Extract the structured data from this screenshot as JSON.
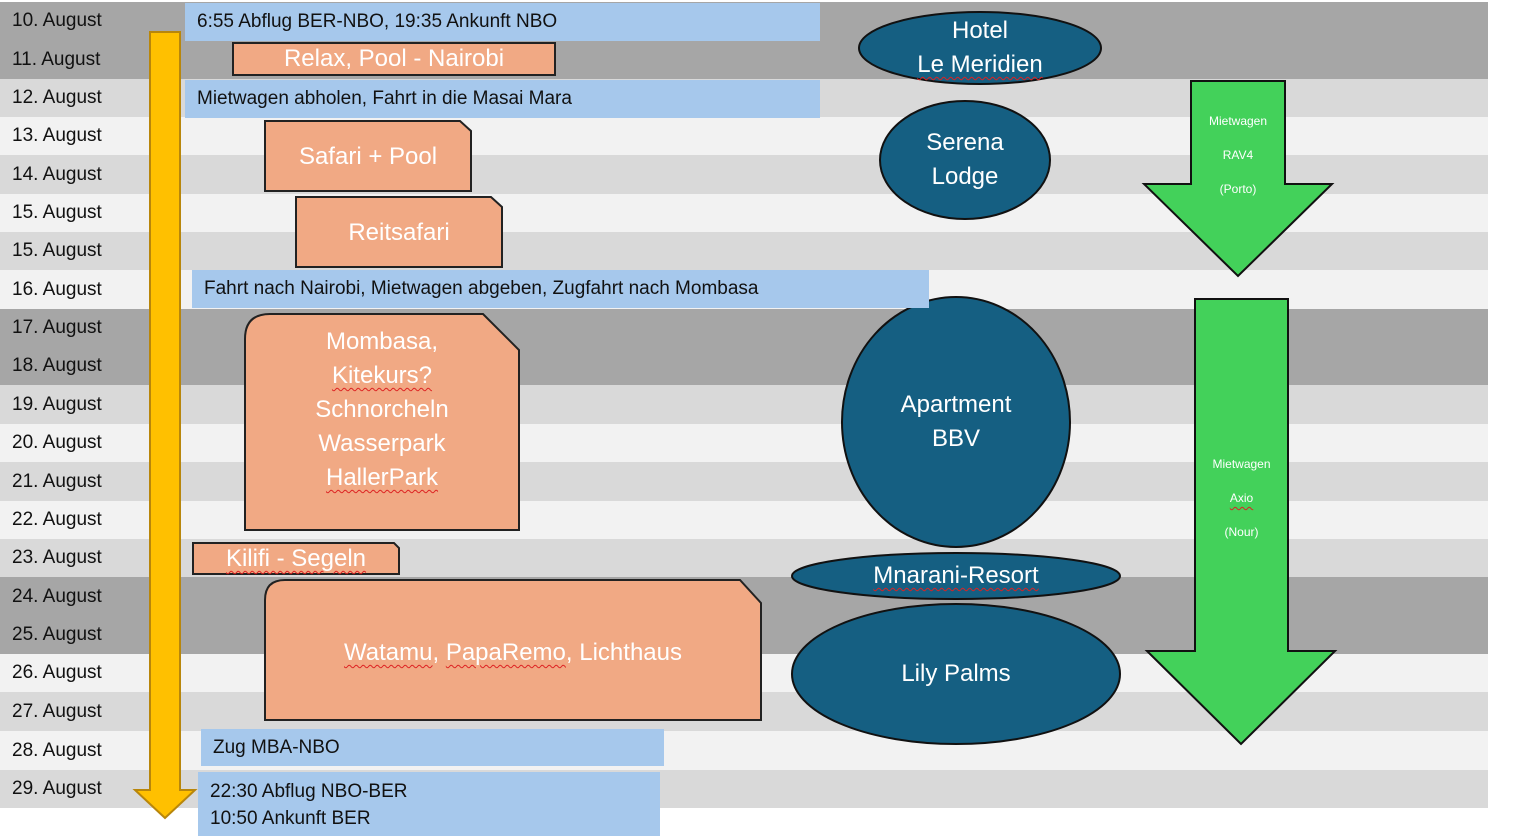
{
  "dates": [
    "10. August",
    "11. August",
    "12. August",
    "13. August",
    "14. August",
    "15. August",
    "15. August",
    "16. August",
    "17. August",
    "18. August",
    "19. August",
    "20. August",
    "21. August",
    "22. August",
    "23. August",
    "24. August",
    "25. August",
    "26. August",
    "27. August",
    "28. August",
    "29. August"
  ],
  "transport": {
    "flight_out": "6:55 Abflug BER-NBO, 19:35 Ankunft NBO",
    "car_pickup": "Mietwagen abholen, Fahrt in die Masai Mara",
    "to_mombasa": "Fahrt nach Nairobi, Mietwagen abgeben, Zugfahrt nach Mombasa",
    "train_back": "Zug MBA-NBO",
    "flight_back_line1": "22:30 Abflug NBO-BER",
    "flight_back_line2": "10:50 Ankunft BER"
  },
  "activities": {
    "relax": "Relax, Pool - Nairobi",
    "safari": "Safari + Pool",
    "reitsafari": "Reitsafari",
    "mombasa_lines": [
      "Mombasa,",
      "Kitekurs?",
      "Schnorcheln",
      "Wasserpark",
      "HallerPark"
    ],
    "kilifi": "Kilifi - Segeln",
    "watamu_parts": [
      "Watamu",
      ", ",
      "PapaRemo",
      ", Lichthaus"
    ]
  },
  "accommodation": {
    "hotel_line1": "Hotel",
    "hotel_line2": "Le Meridien",
    "serena_line1": "Serena",
    "serena_line2": "Lodge",
    "apartment_line1": "Apartment",
    "apartment_line2": "BBV",
    "mnarani": "Mnarani-Resort",
    "lily": "Lily Palms"
  },
  "cars": {
    "car1": [
      "Mietwagen",
      "RAV4",
      "(Porto)"
    ],
    "car2": [
      "Mietwagen",
      "Axio",
      "(Nour)"
    ]
  },
  "colors": {
    "row_dark": "#a6a6a6",
    "row_light": "#d9d9d9",
    "row_white": "#f2f2f2",
    "blue_bar": "#a6c8ec",
    "activity": "#f1a984",
    "ellipse": "#155f82",
    "green_arrow": "#43d15a",
    "timeline_arrow": "#ffc000"
  }
}
